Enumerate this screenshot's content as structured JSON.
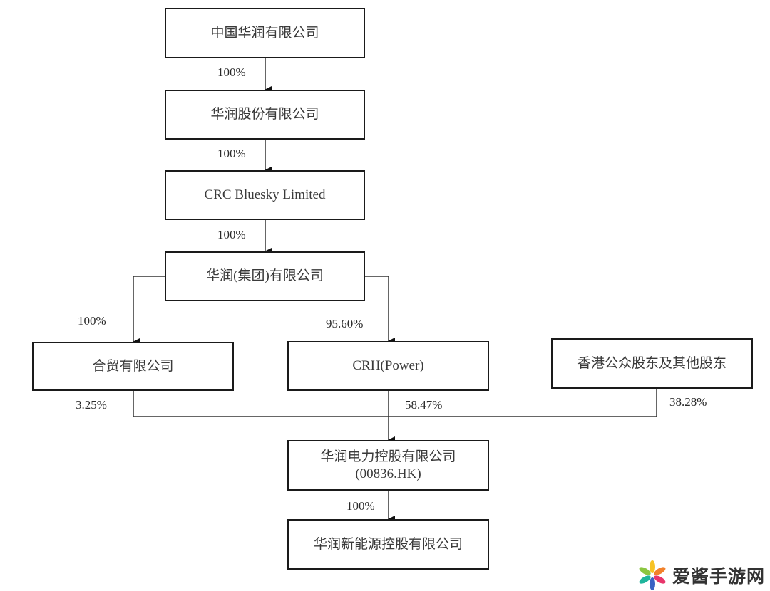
{
  "entities": {
    "crc_ltd": "中国华润有限公司",
    "crc_shares": "华润股份有限公司",
    "bluesky": "CRC Bluesky Limited",
    "crc_group": "华润(集团)有限公司",
    "hemao": "合贸有限公司",
    "crh_power": "CRH(Power)",
    "public": "香港公众股东及其他股东",
    "cr_power": "华润电力控股有限公司",
    "cr_power_code": "(00836.HK)",
    "cr_new_energy": "华润新能源控股有限公司"
  },
  "percentages": {
    "crc_ltd_to_shares": "100%",
    "shares_to_bluesky": "100%",
    "bluesky_to_group": "100%",
    "group_to_hemao": "100%",
    "group_to_crh_power": "95.60%",
    "hemao_to_cr_power": "3.25%",
    "crh_power_to_cr_power": "58.47%",
    "public_to_cr_power": "38.28%",
    "cr_power_to_new_energy": "100%"
  },
  "watermark": {
    "text": "爱酱手游网",
    "icon": "pinwheel-logo-icon"
  }
}
